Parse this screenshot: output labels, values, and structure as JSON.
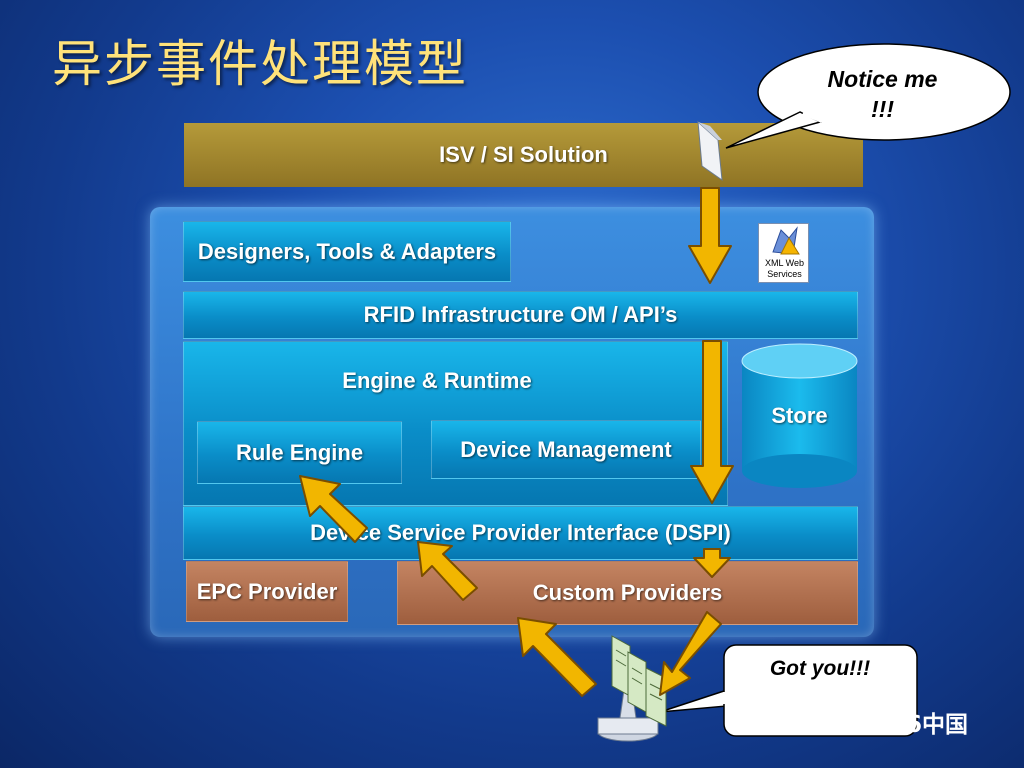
{
  "title": "异步事件处理模型",
  "isv_bar": {
    "label": "ISV / SI Solution"
  },
  "designers_box": {
    "label": "Designers, Tools & Adapters"
  },
  "xml_icon": {
    "label": "XML Web Services"
  },
  "rfid_bar": {
    "label": "RFID Infrastructure OM / API’s"
  },
  "engine_box": {
    "label": "Engine & Runtime"
  },
  "rule_engine_box": {
    "label": "Rule Engine"
  },
  "device_mgmt_box": {
    "label": "Device Management"
  },
  "store": {
    "label": "Store"
  },
  "dspi_bar": {
    "label": "Device Service Provider Interface (DSPI)"
  },
  "epc_box": {
    "label": "EPC Provider"
  },
  "custom_box": {
    "label": "Custom Providers"
  },
  "callouts": {
    "notice": "Notice me !!!",
    "got_you": "Got you!!!"
  },
  "logo": {
    "text": "6中国"
  },
  "colors": {
    "title": "#ffe27a",
    "isv": "#a88a30",
    "cyan": "#0a9bd6",
    "provider": "#b5704f",
    "arrow": "#f2b600",
    "background": "#1c4fb0"
  }
}
